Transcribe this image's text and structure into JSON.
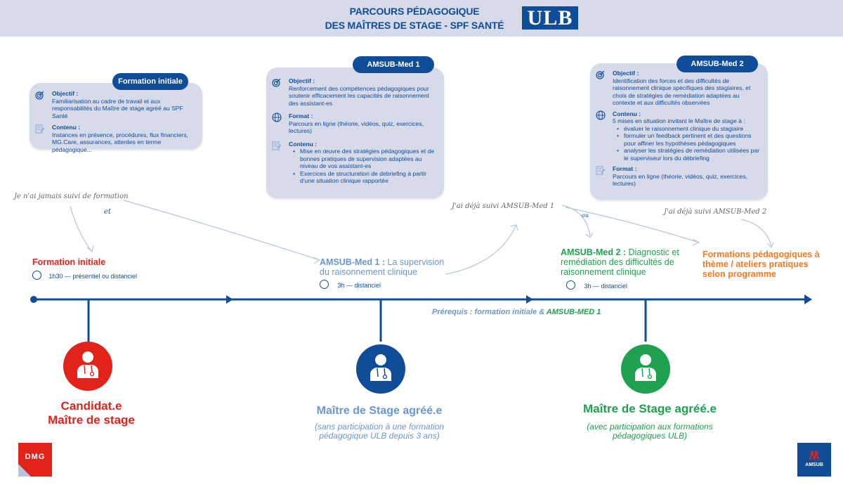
{
  "header": {
    "title_line1": "PARCOURS PÉDAGOGIQUE",
    "title_line2": "DES MAÎTRES DE STAGE - SPF SANTÉ",
    "logo": "ULB"
  },
  "colors": {
    "navy": "#0f4d99",
    "card_bg": "#d6dae9",
    "red": "#e2231a",
    "light_blue": "#6b96cf",
    "green": "#1fa24f",
    "orange": "#f07b22"
  },
  "cards": {
    "formation": {
      "pill": "Formation initiale",
      "objectif_label": "Objectif :",
      "objectif_text": "Familiarisation au cadre de travail et aux responsabilités du Maître de stage agréé au SPF Santé",
      "contenu_label": "Contenu :",
      "contenu_text": "Instances en présence, procédures, flux financiers, MG.Care, assurances, attentes en terme pédagogique..."
    },
    "med1": {
      "pill": "AMSUB-Med 1",
      "objectif_label": "Objectif :",
      "objectif_text": "Renforcement des compétences pédagogiques pour soutenir efficacement les capacités de raisonnement des assistant-es",
      "format_label": "Format :",
      "format_text": "Parcours en ligne (théorie, vidéos, quiz, exercices, lectures)",
      "contenu_label": "Contenu :",
      "contenu_items": [
        "Mise en œuvre des stratégies pédagogiques et de bonnes pratiques de supervision adaptées au niveau de vos assistant-es",
        "Exercices de structuration de debriefing à partir d'une situation clinique rapportée"
      ]
    },
    "med2": {
      "pill": "AMSUB-Med 2",
      "objectif_label": "Objectif :",
      "objectif_text": "Identification des forces et des difficultés de raisonnement clinique spécifiques des stagiaires, et choix de stratégies de remédiation adaptées au contexte et aux difficultés observées",
      "contenu_label": "Contenu :",
      "contenu_intro": "5 mises en situation invitant le Maître de stage à :",
      "contenu_items": [
        "évaluer le raisonnement clinique du stagiaire",
        "formuler un feedback pertinent et des questions pour affiner les hypothèses pédagogiques",
        "analyser les stratégies de remédiation utilisées par le superviseur lors du débriefing"
      ],
      "format_label": "Format :",
      "format_text": "Parcours en ligne (théorie, vidéos, quiz, exercices, lectures)"
    }
  },
  "handwritten": {
    "never": "Je n'ai jamais suivi de formation",
    "et": "et",
    "done_med1": "J'ai déjà suivi AMSUB-Med 1",
    "ou": "ou",
    "done_med2": "J'ai déjà suivi AMSUB-Med 2"
  },
  "steps": {
    "formation": {
      "title": "Formation initiale",
      "duration": "1h30 — présentiel ou distanciel"
    },
    "med1": {
      "title_bold": "AMSUB-Med 1 :",
      "title_rest": "La supervision du raisonnement clinique",
      "duration": "3h — distanciel"
    },
    "med2": {
      "title_bold": "AMSUB-Med 2 :",
      "title_rest": "Diagnostic et remédiation des difficultés de raisonnement clinique",
      "duration": "3h — distanciel"
    },
    "themes": {
      "title": "Formations pédagogiques à thème / ateliers pratiques selon programme"
    }
  },
  "prerequis": {
    "part1": "Prérequis : formation initiale &",
    "part2": "AMSUB-MED 1"
  },
  "personas": {
    "candidat": {
      "title_line1": "Candidat.e",
      "title_line2": "Maître de stage"
    },
    "agree_sans": {
      "title": "Maître de Stage agréé.e",
      "sub": "(sans participation à une formation pédagogique ULB depuis 3 ans)"
    },
    "agree_avec": {
      "title": "Maître de Stage agréé.e",
      "sub": "(avec participation aux formations pédagogiques ULB)"
    }
  },
  "footer": {
    "dmg_logo": "DMG",
    "amsub_logo": "AMSUB"
  }
}
